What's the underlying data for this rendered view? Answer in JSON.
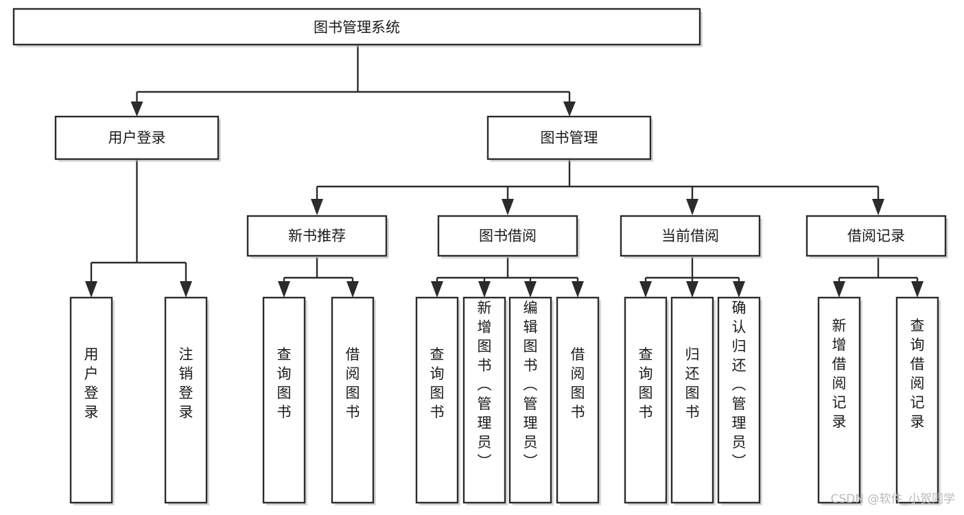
{
  "diagram": {
    "title": "图书管理系统",
    "type": "tree-hierarchy",
    "root": {
      "id": "root",
      "label": "图书管理系统"
    },
    "level2": [
      {
        "id": "user-login",
        "label": "用户登录"
      },
      {
        "id": "book-manage",
        "label": "图书管理"
      }
    ],
    "level3": [
      {
        "id": "new-book-recommend",
        "label": "新书推荐",
        "parent": "book-manage"
      },
      {
        "id": "book-borrow",
        "label": "图书借阅",
        "parent": "book-manage"
      },
      {
        "id": "current-borrow",
        "label": "当前借阅",
        "parent": "book-manage"
      },
      {
        "id": "borrow-record",
        "label": "借阅记录",
        "parent": "book-manage"
      }
    ],
    "leaves": {
      "user-login": [
        {
          "id": "leaf-user-login",
          "label": "用户登录"
        },
        {
          "id": "leaf-user-logout",
          "label": "注销登录"
        }
      ],
      "new-book-recommend": [
        {
          "id": "leaf-query-book-1",
          "label": "查询图书"
        },
        {
          "id": "leaf-borrow-book-1",
          "label": "借阅图书"
        }
      ],
      "book-borrow": [
        {
          "id": "leaf-query-book-2",
          "label": "查询图书"
        },
        {
          "id": "leaf-add-book",
          "label": "新增图书（管理员）"
        },
        {
          "id": "leaf-edit-book",
          "label": "编辑图书（管理员）"
        },
        {
          "id": "leaf-borrow-book-2",
          "label": "借阅图书"
        }
      ],
      "current-borrow": [
        {
          "id": "leaf-query-book-3",
          "label": "查询图书"
        },
        {
          "id": "leaf-return-book",
          "label": "归还图书"
        },
        {
          "id": "leaf-confirm-return",
          "label": "确认归还（管理员）"
        }
      ],
      "borrow-record": [
        {
          "id": "leaf-add-record",
          "label": "新增借阅记录"
        },
        {
          "id": "leaf-query-record",
          "label": "查询借阅记录"
        }
      ]
    }
  },
  "watermark": {
    "text": "CSDN @软件_小贺同学"
  },
  "colors": {
    "box_stroke": "#2b2b2b",
    "box_fill": "#ffffff",
    "connector": "#2b2b2b",
    "text": "#1a1a1a",
    "watermark": "#b9b9b9",
    "background": "#ffffff"
  }
}
